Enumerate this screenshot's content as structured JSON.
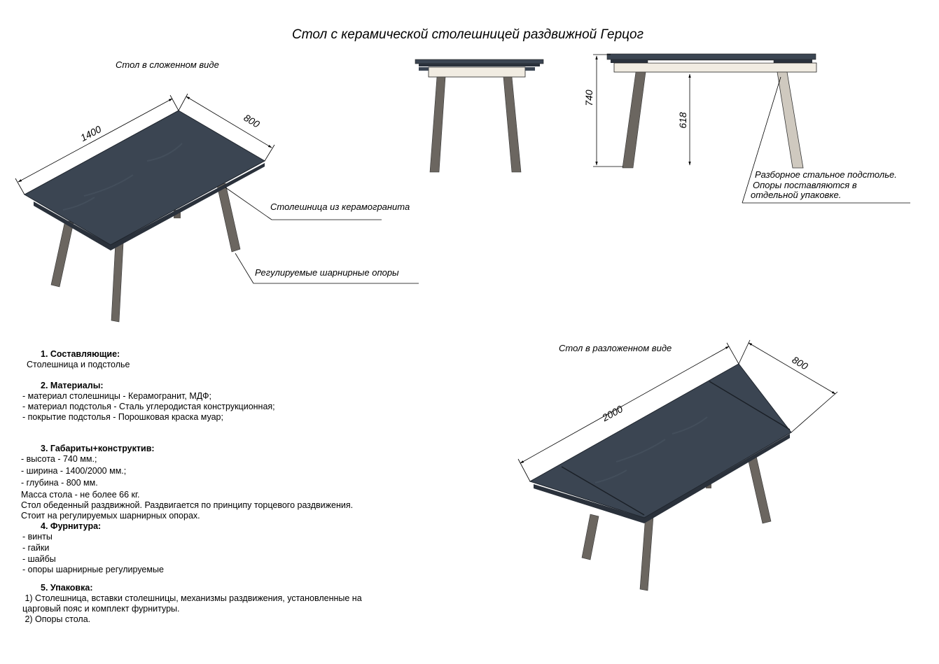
{
  "title": "Стол с керамической столешницей  раздвижной Герцог",
  "folded": {
    "caption": "Стол в сложенном виде",
    "dim_length": "1400",
    "dim_width": "800",
    "callout_top": "Столешница из керамогранита",
    "callout_legs": "Регулируемые шарнирные опоры"
  },
  "side_view": {
    "dim_total_height": "740",
    "dim_leg_height": "618",
    "note_line1": "Разборное стальное подстолье.",
    "note_line2": "Опоры поставляются в",
    "note_line3": "отдельной упаковке."
  },
  "expanded": {
    "caption": "Стол в разложенном виде",
    "dim_length": "2000",
    "dim_width": "800"
  },
  "colors": {
    "tabletop": "#3b4552",
    "tabletop_edge": "#2a313b",
    "legs": "#6b6660",
    "legs_light": "#cfc9bf",
    "apron": "#f1ece2"
  },
  "specs": {
    "s1_heading": "1. Составляющие:",
    "s1_items": [
      "Столешница и подстолье"
    ],
    "s2_heading": "2. Материалы:",
    "s2_items": [
      "- материал столешницы - Керамогранит, МДФ;",
      "- материал подстолья - Сталь углеродистая конструкционная;",
      "- покрытие подстолья - Порошковая краска муар;"
    ],
    "s3_heading": "3. Габариты+конструктив:",
    "s3_items": [
      "- высота - 740 мм.;",
      "- ширина - 1400/2000 мм.;",
      "- глубина - 800 мм."
    ],
    "s3_notes": [
      "Масса стола - не более 66 кг.",
      "Стол обеденный раздвижной. Раздвигается по принципу торцевого раздвижения.",
      "Стоит на регулируемых шарнирных опорах."
    ],
    "s4_heading": "4. Фурнитура:",
    "s4_items": [
      "- винты",
      "- гайки",
      "- шайбы",
      "- опоры шарнирные регулируемые"
    ],
    "s5_heading": "5. Упаковка:",
    "s5_items": [
      " 1) Столешница, вставки столешницы, механизмы раздвижения, установленные на",
      "царговый пояс и комплект фурнитуры.",
      " 2) Опоры стола."
    ]
  }
}
